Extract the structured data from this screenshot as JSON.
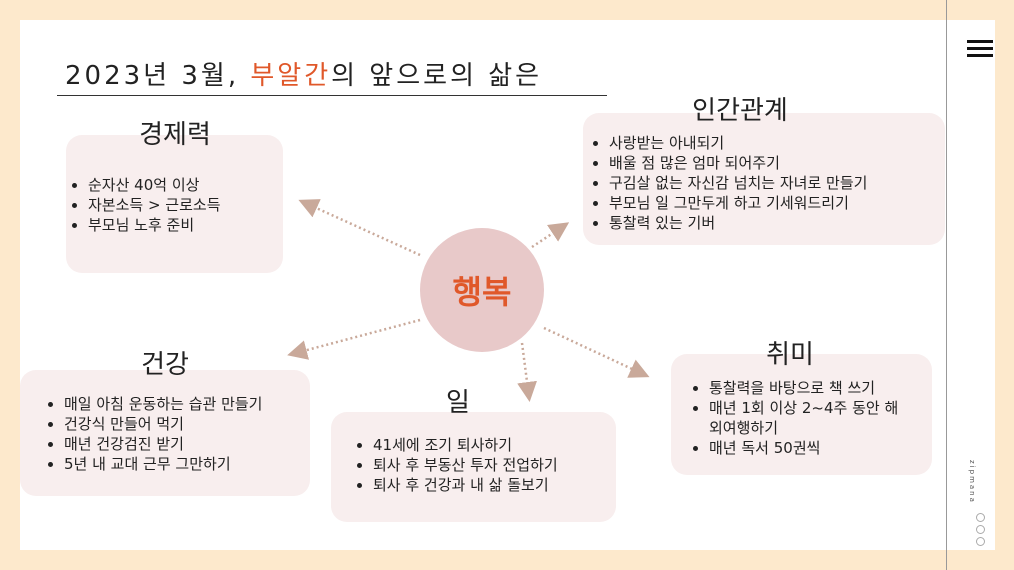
{
  "title": {
    "prefix": "2023년 3월, ",
    "highlight": "부알간",
    "suffix": "의 앞으로의 삶은"
  },
  "center": "행복",
  "sections": {
    "wealth": {
      "heading": "경제력",
      "items": [
        "순자산 40억 이상",
        "자본소득 > 근로소득",
        "부모님 노후 준비"
      ]
    },
    "relations": {
      "heading": "인간관계",
      "items": [
        "사랑받는 아내되기",
        "배울 점 많은 엄마 되어주기",
        "구김살 없는 자신감 넘치는 자녀로 만들기",
        "부모님 일 그만두게 하고 기세워드리기",
        "통찰력 있는 기버"
      ]
    },
    "health": {
      "heading": "건강",
      "items": [
        "매일 아침 운동하는 습관 만들기",
        "건강식 만들어 먹기",
        "매년 건강검진 받기",
        "5년 내 교대 근무 그만하기"
      ]
    },
    "work": {
      "heading": "일",
      "items": [
        "41세에 조기 퇴사하기",
        "퇴사 후 부동산 투자 전업하기",
        "퇴사 후 건강과 내 삶 돌보기"
      ]
    },
    "hobby": {
      "heading": "취미",
      "items": [
        "통찰력을 바탕으로 책 쓰기",
        "매년 1회 이상 2~4주 동안 해외여행하기",
        "매년 독서 50권씩"
      ]
    }
  },
  "brand": "zipmana",
  "colors": {
    "accent": "#e0582a",
    "box": "#f8eeee",
    "circle": "#e8c9c9",
    "background": "#fde9cc"
  }
}
